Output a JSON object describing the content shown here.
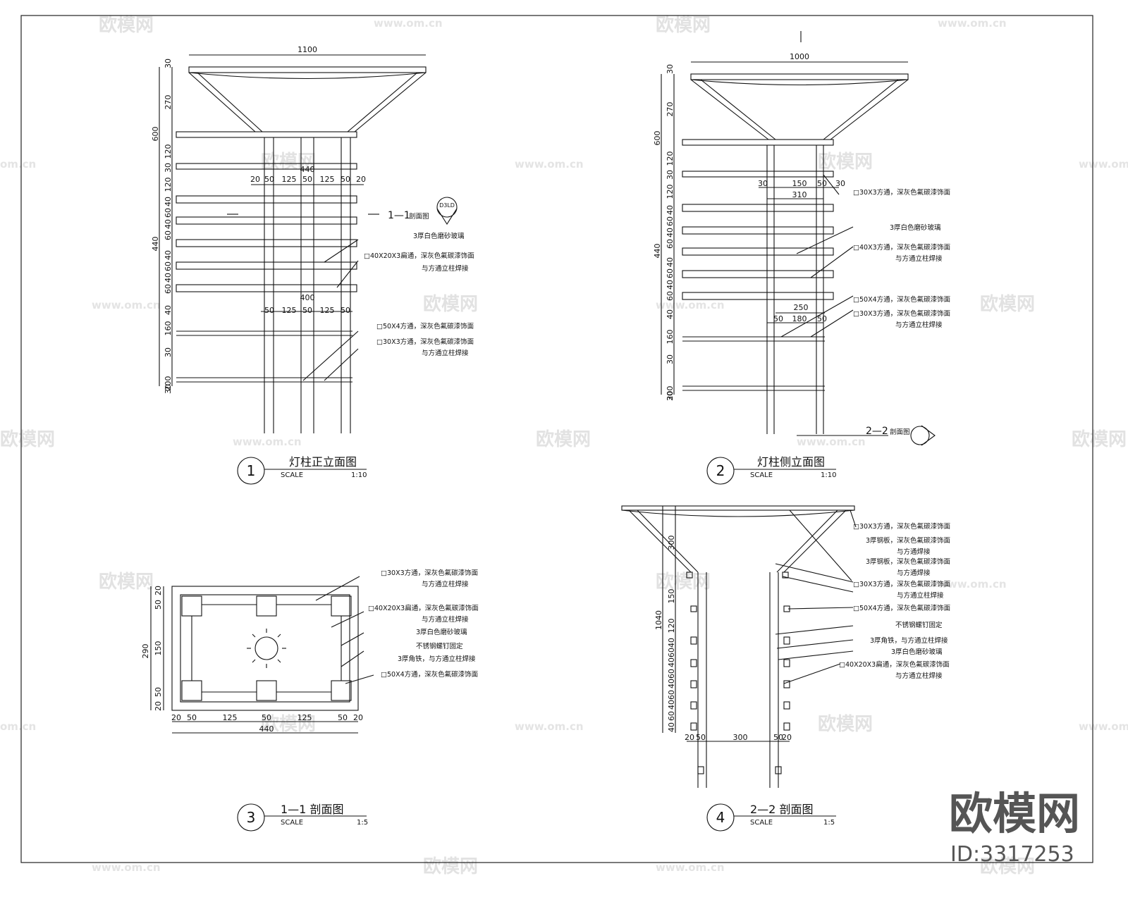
{
  "watermark": {
    "brand": "欧模网",
    "url": "www.om.cn",
    "url_short": "om.cn",
    "id_label": "ID:3317253"
  },
  "views": {
    "v1": {
      "num": "1",
      "title": "灯柱正立面图",
      "scale_label": "SCALE",
      "scale": "1:10"
    },
    "v2": {
      "num": "2",
      "title": "灯柱侧立面图",
      "scale_label": "SCALE",
      "scale": "1:10"
    },
    "v3": {
      "num": "3",
      "title": "1—1 剖面图",
      "scale_label": "SCALE",
      "scale": "1:5"
    },
    "v4": {
      "num": "4",
      "title": "2—2 剖面图",
      "scale_label": "SCALE",
      "scale": "1:5"
    }
  },
  "section_marks": {
    "s1": "1—1",
    "s1_suffix": "剖面图",
    "s2": "2—2",
    "s2_suffix": "剖面图",
    "bubble": "D3LD"
  },
  "v1_dims": {
    "top": "1100",
    "vleft": [
      "30",
      "270",
      "600",
      "120",
      "30",
      "120",
      "40",
      "60",
      "40",
      "60",
      "440",
      "40",
      "60",
      "40",
      "60",
      "40",
      "160",
      "30",
      "200",
      "30"
    ],
    "w_upper": "440",
    "row_upper": [
      "20",
      "50",
      "125",
      "50",
      "125",
      "50",
      "20"
    ],
    "w_lower": "400",
    "row_lower": [
      "50",
      "125",
      "50",
      "125",
      "50"
    ]
  },
  "v1_notes": [
    "3厚白色磨砂玻璃",
    "□40X20X3扁通，深灰色氟碳漆饰面",
    "与方通立柱焊接",
    "□50X4方通，深灰色氟碳漆饰面",
    "□30X3方通，深灰色氟碳漆饰面",
    "与方通立柱焊接"
  ],
  "v2_dims": {
    "top": "1000",
    "vleft": [
      "30",
      "270",
      "600",
      "120",
      "30",
      "120",
      "40",
      "60",
      "40",
      "60",
      "440",
      "40",
      "60",
      "40",
      "60",
      "40",
      "160",
      "30",
      "200",
      "30"
    ],
    "row_upper": [
      "30",
      "150",
      "50",
      "30"
    ],
    "w_upper": "310",
    "w_lower": "250",
    "row_lower": [
      "50",
      "180",
      "50"
    ]
  },
  "v2_notes": [
    "□30X3方通，深灰色氟碳漆饰面",
    "3厚白色磨砂玻璃",
    "□40X3方通，深灰色氟碳漆饰面",
    "与方通立柱焊接",
    "□50X4方通，深灰色氟碳漆饰面",
    "□30X3方通，深灰色氟碳漆饰面",
    "与方通立柱焊接"
  ],
  "v3_dims": {
    "vleft": [
      "20",
      "50",
      "290",
      "150",
      "50",
      "20"
    ],
    "row": [
      "20",
      "50",
      "125",
      "50",
      "125",
      "50",
      "20"
    ],
    "w": "440"
  },
  "v3_notes": [
    "□30X3方通，深灰色氟碳漆饰面",
    "与方通立柱焊接",
    "□40X20X3扁通，深灰色氟碳漆饰面",
    "与方通立柱焊接",
    "3厚白色磨砂玻璃",
    "不锈钢螺钉固定",
    "3厚角铁，与方通立柱焊接",
    "□50X4方通，深灰色氟碳漆饰面"
  ],
  "v4_dims": {
    "vleft": [
      "300",
      "150",
      "1040",
      "120",
      "40",
      "60",
      "40",
      "60",
      "40",
      "60",
      "40",
      "60",
      "40"
    ],
    "row": [
      "20",
      "50",
      "300",
      "50",
      "20"
    ]
  },
  "v4_notes": [
    "□30X3方通，深灰色氟碳漆饰面",
    "3厚钢板，深灰色氟碳漆饰面",
    "与方通焊接",
    "3厚钢板，深灰色氟碳漆饰面",
    "与方通焊接",
    "□30X3方通，深灰色氟碳漆饰面",
    "与方通立柱焊接",
    "□50X4方通，深灰色氟碳漆饰面",
    "不锈钢螺钉固定",
    "3厚角铁，与方通立柱焊接",
    "3厚白色磨砂玻璃",
    "□40X20X3扁通，深灰色氟碳漆饰面",
    "与方通立柱焊接"
  ]
}
